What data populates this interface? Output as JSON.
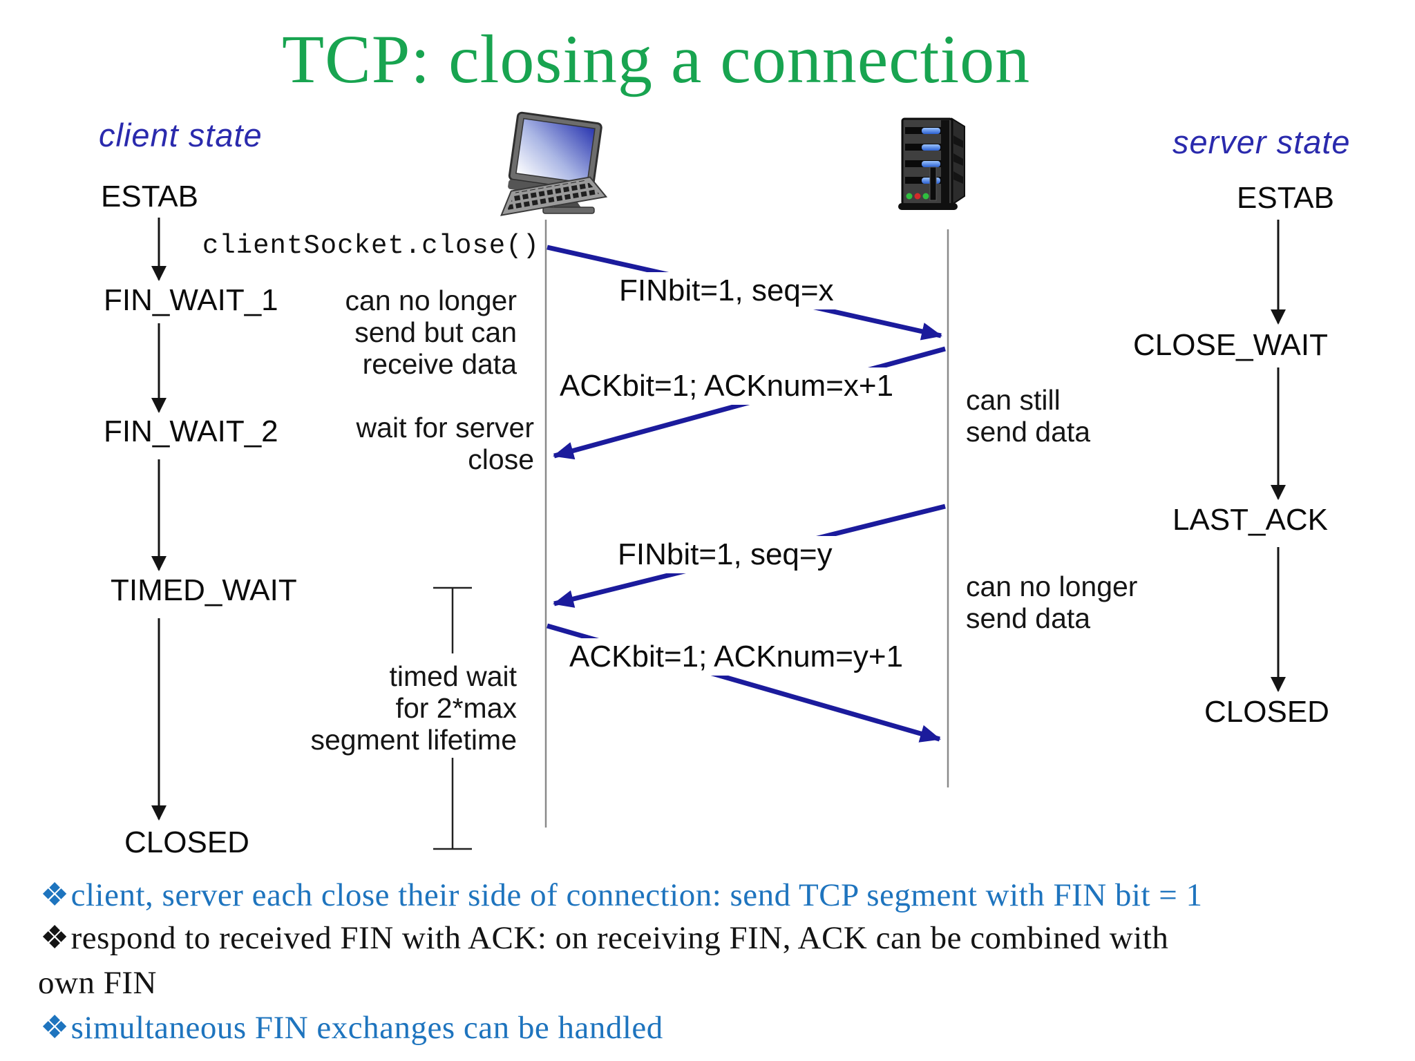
{
  "title": "TCP: closing a connection",
  "headers": {
    "client": "client state",
    "server": "server state"
  },
  "client": {
    "states": [
      "ESTAB",
      "FIN_WAIT_1",
      "FIN_WAIT_2",
      "TIMED_WAIT",
      "CLOSED"
    ],
    "socket_call": "clientSocket.close()",
    "notes": {
      "after_fin1": [
        "can no longer",
        "send but can",
        "receive data"
      ],
      "wait_close": [
        "wait for server",
        "close"
      ],
      "timed_wait": [
        "timed wait",
        "for 2*max",
        "segment lifetime"
      ]
    }
  },
  "server": {
    "states": [
      "ESTAB",
      "CLOSE_WAIT",
      "LAST_ACK",
      "CLOSED"
    ],
    "notes": {
      "close_wait": [
        "can still",
        "send data"
      ],
      "last_ack": [
        "can no longer",
        "send data"
      ]
    }
  },
  "messages": {
    "fin1": "FINbit=1, seq=x",
    "ack1": "ACKbit=1; ACKnum=x+1",
    "fin2": "FINbit=1, seq=y",
    "ack2": "ACKbit=1; ACKnum=y+1"
  },
  "bullets": [
    {
      "marker": "❖",
      "text": "client, server each close their side of connection: send TCP segment with FIN bit = 1",
      "color": "blue"
    },
    {
      "marker": "❖",
      "text": "respond to received FIN with ACK: on receiving FIN, ACK can be combined with",
      "color": "black"
    },
    {
      "marker": "",
      "text": "own FIN",
      "color": "black"
    },
    {
      "marker": "❖",
      "text": "simultaneous FIN exchanges can be handled",
      "color": "blue"
    }
  ],
  "icons": {
    "client": "desktop-computer-icon",
    "server": "server-tower-icon"
  },
  "colors": {
    "bg": "#ffffff",
    "title_green": "#18a450",
    "header_blue": "#2a2aad",
    "arrow_navy": "#1b1b9c",
    "bullet_blue": "#1e74be",
    "timeline_grey": "#8a8a8a",
    "text": "#0d0d0d"
  }
}
